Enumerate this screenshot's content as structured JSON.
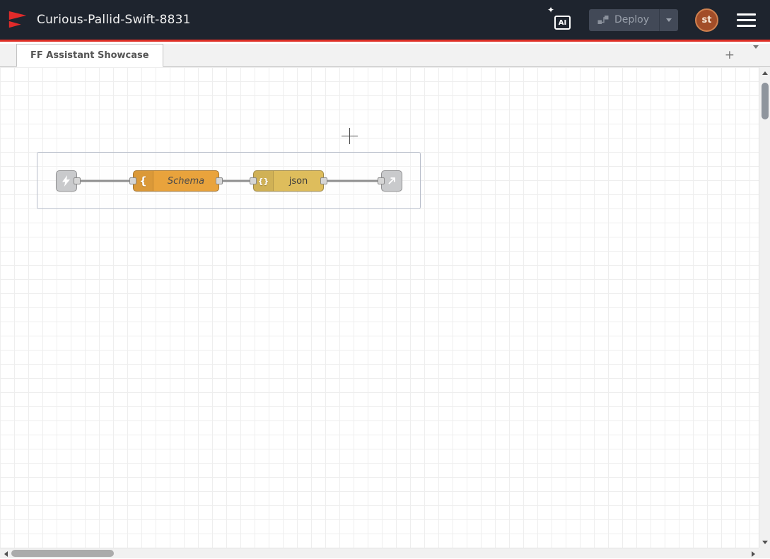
{
  "header": {
    "title": "Curious-Pallid-Swift-8831",
    "ai_button_label": "AI",
    "sparkle_glyph": "✦",
    "deploy_label": "Deploy",
    "avatar_initials": "st"
  },
  "tabbar": {
    "active_tab": "FF Assistant Showcase",
    "add_button": "+"
  },
  "flow": {
    "nodes": {
      "link_in": {
        "type": "link in",
        "icon": "bolt-icon"
      },
      "schema": {
        "label": "Schema",
        "icon": "open-brace-icon",
        "icon_glyph": "{",
        "color": "#e9a33c"
      },
      "json": {
        "label": "json",
        "icon": "curly-braces-icon",
        "icon_glyph": "{}",
        "color": "#debd5c"
      },
      "link_out": {
        "type": "link out",
        "icon": "arrow-out-icon"
      }
    },
    "colors": {
      "wire": "#8f8f8f",
      "grid_line": "#eeeeee",
      "group_border": "#b6bcc9",
      "header_accent": "#de3026"
    }
  }
}
